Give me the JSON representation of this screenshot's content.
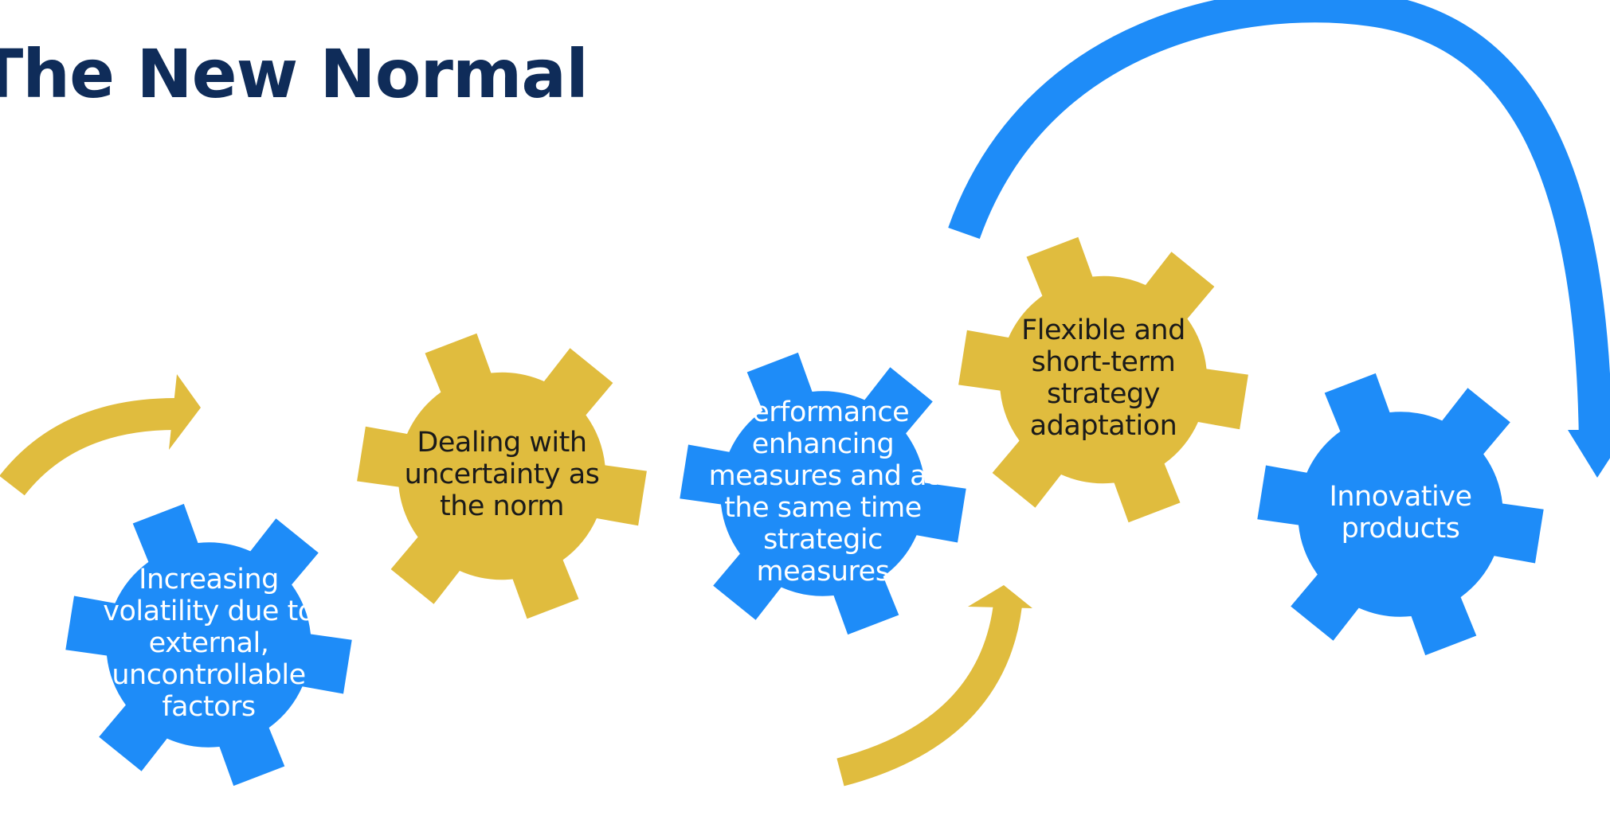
{
  "title": "The New Normal",
  "colors": {
    "title": "#0f2c59",
    "blue": "#1e8cf8",
    "gold": "#e0bc3e"
  },
  "gears": [
    {
      "color": "blue",
      "lines": [
        "Increasing",
        "volatility due to",
        "external,",
        "uncontrollable",
        "factors"
      ]
    },
    {
      "color": "gold",
      "lines": [
        "Dealing with",
        "uncertainty as",
        "the norm"
      ]
    },
    {
      "color": "blue",
      "lines": [
        "Performance",
        "enhancing",
        "measures and at",
        "the same time",
        "strategic",
        "measures"
      ]
    },
    {
      "color": "gold",
      "lines": [
        "Flexible and",
        "short-term",
        "strategy",
        "adaptation"
      ]
    },
    {
      "color": "blue",
      "lines": [
        "Innovative",
        "products"
      ]
    }
  ],
  "arrows": [
    {
      "name": "small-gold-arrow",
      "color": "gold"
    },
    {
      "name": "lower-gold-arrow",
      "color": "gold"
    },
    {
      "name": "large-blue-arrow",
      "color": "blue"
    }
  ]
}
